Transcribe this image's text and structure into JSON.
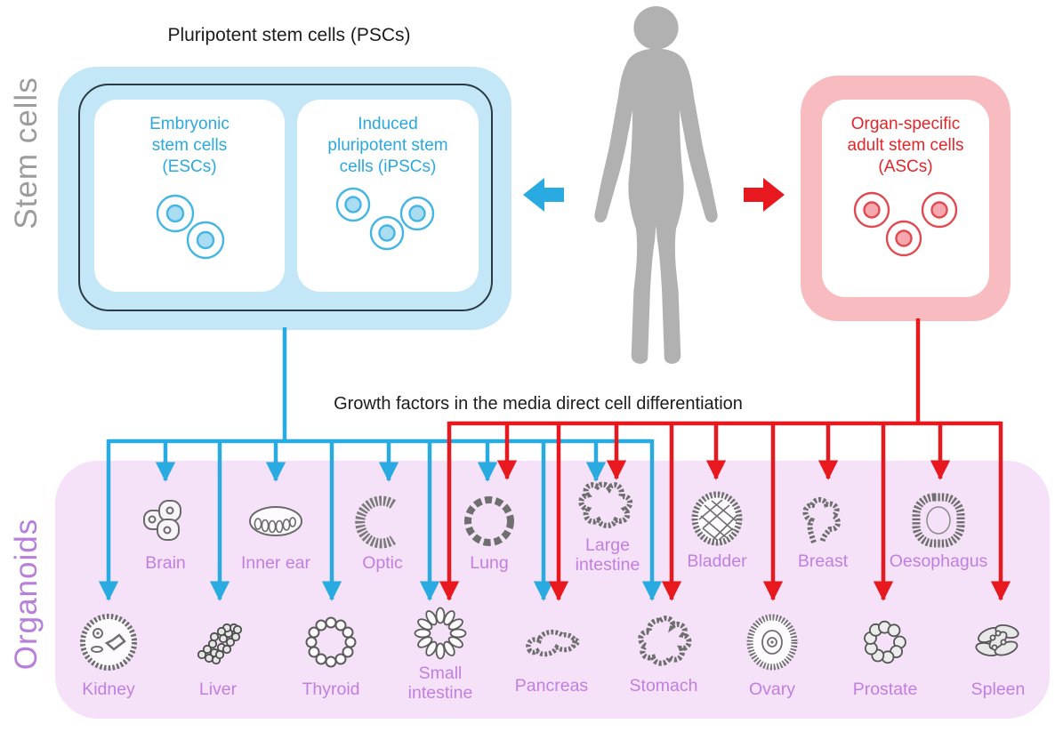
{
  "side_labels": {
    "stem_cells": "Stem cells",
    "organoids": "Organoids"
  },
  "psc": {
    "title": "Pluripotent stem cells (PSCs)",
    "esc_label": "Embryonic\nstem cells\n(ESCs)",
    "ipsc_label": "Induced\npluripotent stem\ncells (iPSCs)"
  },
  "asc": {
    "label": "Organ-specific\nadult stem cells\n(ASCs)"
  },
  "growth_caption": "Growth factors in the media direct cell differentiation",
  "organoid_panel": {
    "top_row": [
      {
        "label": "Brain",
        "arrows": [
          "blue"
        ]
      },
      {
        "label": "Inner ear",
        "arrows": [
          "blue"
        ]
      },
      {
        "label": "Optic",
        "arrows": [
          "blue"
        ]
      },
      {
        "label": "Lung",
        "arrows": [
          "blue",
          "red"
        ]
      },
      {
        "label": "Large\nintestine",
        "arrows": [
          "blue",
          "red"
        ]
      },
      {
        "label": "Bladder",
        "arrows": [
          "red"
        ]
      },
      {
        "label": "Breast",
        "arrows": [
          "red"
        ]
      },
      {
        "label": "Oesophagus",
        "arrows": [
          "red"
        ]
      }
    ],
    "bottom_row": [
      {
        "label": "Kidney",
        "arrows": [
          "blue"
        ]
      },
      {
        "label": "Liver",
        "arrows": [
          "blue"
        ]
      },
      {
        "label": "Thyroid",
        "arrows": [
          "blue"
        ]
      },
      {
        "label": "Small\nintestine",
        "arrows": [
          "blue",
          "red"
        ]
      },
      {
        "label": "Pancreas",
        "arrows": [
          "blue",
          "red"
        ]
      },
      {
        "label": "Stomach",
        "arrows": [
          "blue",
          "red"
        ]
      },
      {
        "label": "Ovary",
        "arrows": [
          "red"
        ]
      },
      {
        "label": "Prostate",
        "arrows": [
          "red"
        ]
      },
      {
        "label": "Spleen",
        "arrows": [
          "red"
        ]
      }
    ]
  },
  "colors": {
    "psc_blue": "#29abe2",
    "psc_box_fill": "#c3e7f6",
    "asc_red": "#e7191f",
    "asc_box_fill": "#f8bcc0",
    "organoid_panel_fill": "#f5e2f8",
    "organoid_label_purple": "#c07fe1",
    "stem_cells_gray": "#9c9c9c",
    "body_gray": "#b1b1b1"
  }
}
